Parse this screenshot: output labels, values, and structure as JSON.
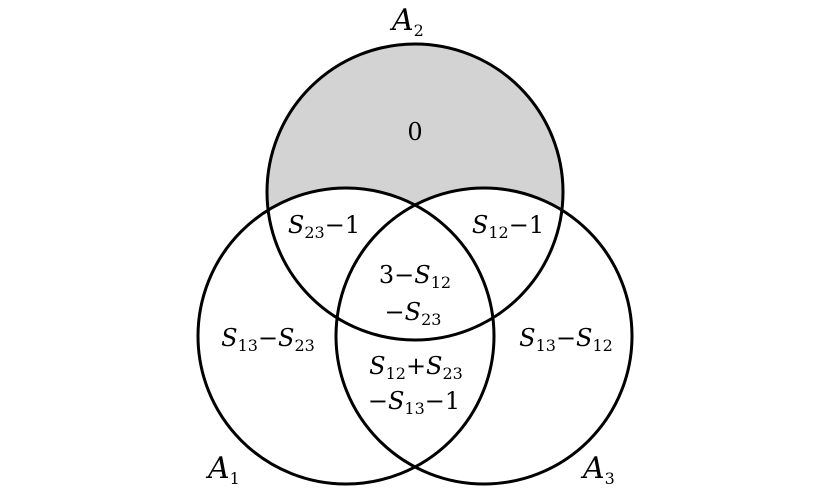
{
  "colors": {
    "shaded_region": "#d3d3d3",
    "stroke": "#000000",
    "background": "#ffffff"
  },
  "sets": {
    "a1": {
      "letter": "A",
      "index": "1"
    },
    "a2": {
      "letter": "A",
      "index": "2"
    },
    "a3": {
      "letter": "A",
      "index": "3"
    }
  },
  "regions": {
    "a2_only": {
      "value": "0",
      "shaded": true
    },
    "a1_a2": {
      "sym": "S",
      "sub": "23",
      "rest": "−1"
    },
    "a2_a3": {
      "sym": "S",
      "sub": "12",
      "rest": "−1"
    },
    "center_line1": {
      "pre": "3−",
      "sym": "S",
      "sub": "12"
    },
    "center_line2": {
      "pre": "−",
      "sym": "S",
      "sub": "23"
    },
    "a1_only": {
      "sym1": "S",
      "sub1": "13",
      "op": "−",
      "sym2": "S",
      "sub2": "23"
    },
    "a3_only": {
      "sym1": "S",
      "sub1": "13",
      "op": "−",
      "sym2": "S",
      "sub2": "12"
    },
    "a1_a3_line1": {
      "sym1": "S",
      "sub1": "12",
      "op": "+",
      "sym2": "S",
      "sub2": "23"
    },
    "a1_a3_line2": {
      "pre": "−",
      "sym": "S",
      "sub": "13",
      "rest": "−1"
    }
  }
}
